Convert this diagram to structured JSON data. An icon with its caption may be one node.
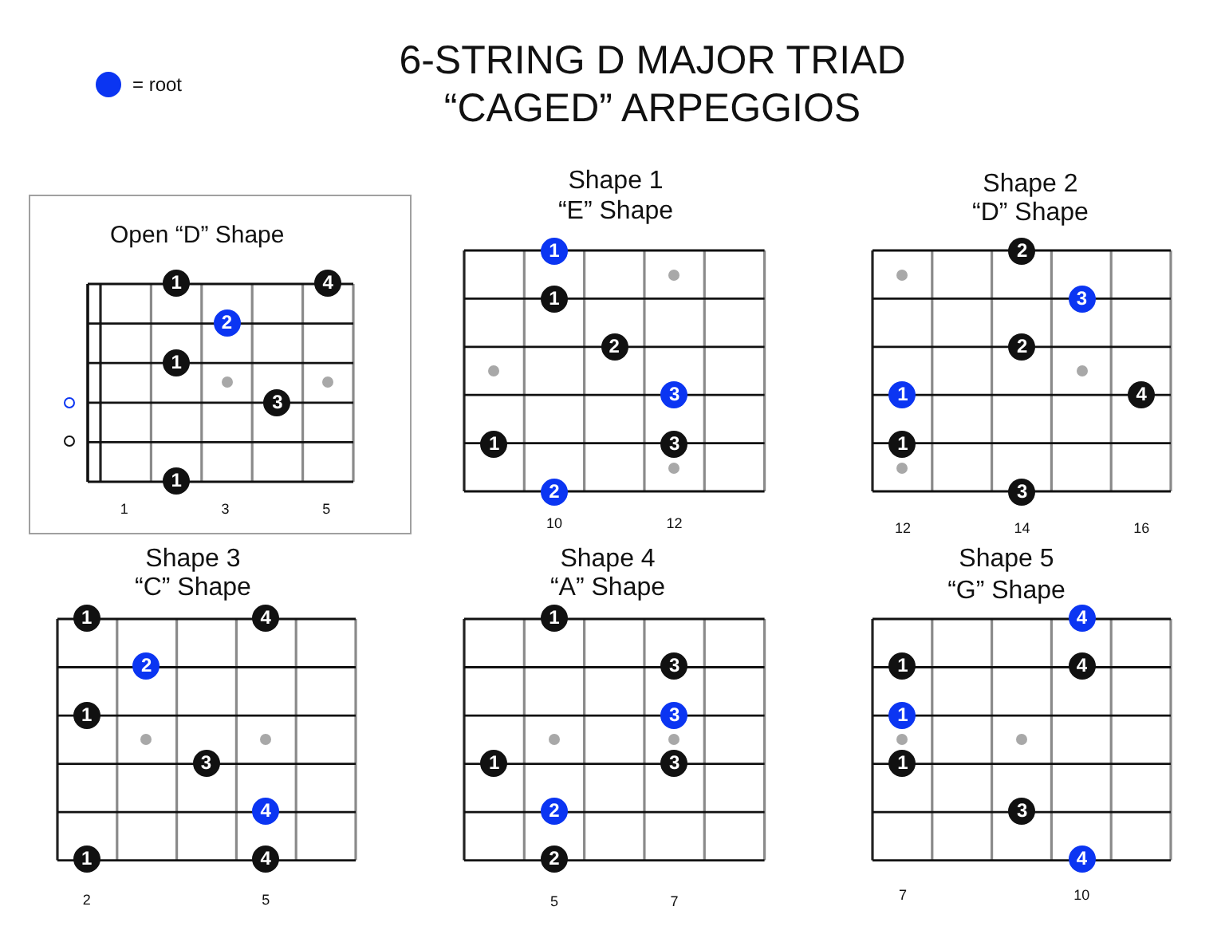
{
  "diagram": {
    "title": "6-STRING D MAJOR TRIAD “CAGED” ARPEGGIOS",
    "nodes": [
      {
        "text": [
          "Open “D” Shape"
        ]
      },
      {
        "text": [],
        "shape": "box",
        "in": 0
      },
      {
        "text": [
          "1"
        ],
        "in": 1
      },
      {
        "text": [
          "4"
        ],
        "in": 1
      },
      {
        "text": [
          "2"
        ],
        "in": 1
      },
      {
        "text": [
          "1"
        ],
        "in": 1
      },
      {
        "text": [
          "3"
        ],
        "in": 1
      },
      {
        "text": [
          "1"
        ],
        "in": 1
      },
      {
        "text": [
          "Shape 1",
          "“E” Shape"
        ]
      },
      {
        "text": [
          "1"
        ],
        "in": 8
      },
      {
        "text": [
          "1"
        ],
        "in": 8
      },
      {
        "text": [
          "2"
        ],
        "in": 8
      },
      {
        "text": [
          "3"
        ],
        "in": 8
      },
      {
        "text": [
          "1"
        ],
        "in": 8
      },
      {
        "text": [
          "3"
        ],
        "in": 8
      },
      {
        "text": [
          "2"
        ],
        "in": 8
      },
      {
        "text": [
          "Shape 2",
          "“D” Shape"
        ]
      },
      {
        "text": [
          "2"
        ],
        "in": 16
      },
      {
        "text": [
          "3"
        ],
        "in": 16
      },
      {
        "text": [
          "2"
        ],
        "in": 16
      },
      {
        "text": [
          "1"
        ],
        "in": 16
      },
      {
        "text": [
          "4"
        ],
        "in": 16
      },
      {
        "text": [
          "1"
        ],
        "in": 16
      },
      {
        "text": [
          "3"
        ],
        "in": 16
      },
      {
        "text": [
          "Shape 3",
          "“C” Shape"
        ]
      },
      {
        "text": [
          "1"
        ],
        "in": 24
      },
      {
        "text": [
          "4"
        ],
        "in": 24
      },
      {
        "text": [
          "2"
        ],
        "in": 24
      },
      {
        "text": [
          "1"
        ],
        "in": 24
      },
      {
        "text": [
          "3"
        ],
        "in": 24
      },
      {
        "text": [
          "4"
        ],
        "in": 24
      },
      {
        "text": [
          "1"
        ],
        "in": 24
      },
      {
        "text": [
          "4"
        ],
        "in": 24
      },
      {
        "text": [
          "Shape 4",
          "“A” Shape"
        ]
      },
      {
        "text": [
          "1"
        ],
        "in": 33
      },
      {
        "text": [
          "3"
        ],
        "in": 33
      },
      {
        "text": [
          "3"
        ],
        "in": 33
      },
      {
        "text": [
          "1"
        ],
        "in": 33
      },
      {
        "text": [
          "3"
        ],
        "in": 33
      },
      {
        "text": [
          "2"
        ],
        "in": 33
      },
      {
        "text": [
          "2"
        ],
        "in": 33
      },
      {
        "text": [
          "Shape 5",
          "“G” Shape"
        ]
      },
      {
        "text": [
          "4"
        ],
        "in": 41
      },
      {
        "text": [
          "1"
        ],
        "in": 41
      },
      {
        "text": [
          "4"
        ],
        "in": 41
      },
      {
        "text": [
          "1"
        ],
        "in": 41
      },
      {
        "text": [
          "1"
        ],
        "in": 41
      },
      {
        "text": [
          "3"
        ],
        "in": 41
      },
      {
        "text": [
          "4"
        ],
        "in": 41
      }
    ],
    "labels": [
      "1",
      "3",
      "5",
      "10",
      "12",
      "12",
      "14",
      "16",
      "2",
      "5",
      "5",
      "7",
      "7",
      "10"
    ],
    "legend": [
      {
        "text": "= root",
        "color": "#0b35f2"
      }
    ]
  }
}
